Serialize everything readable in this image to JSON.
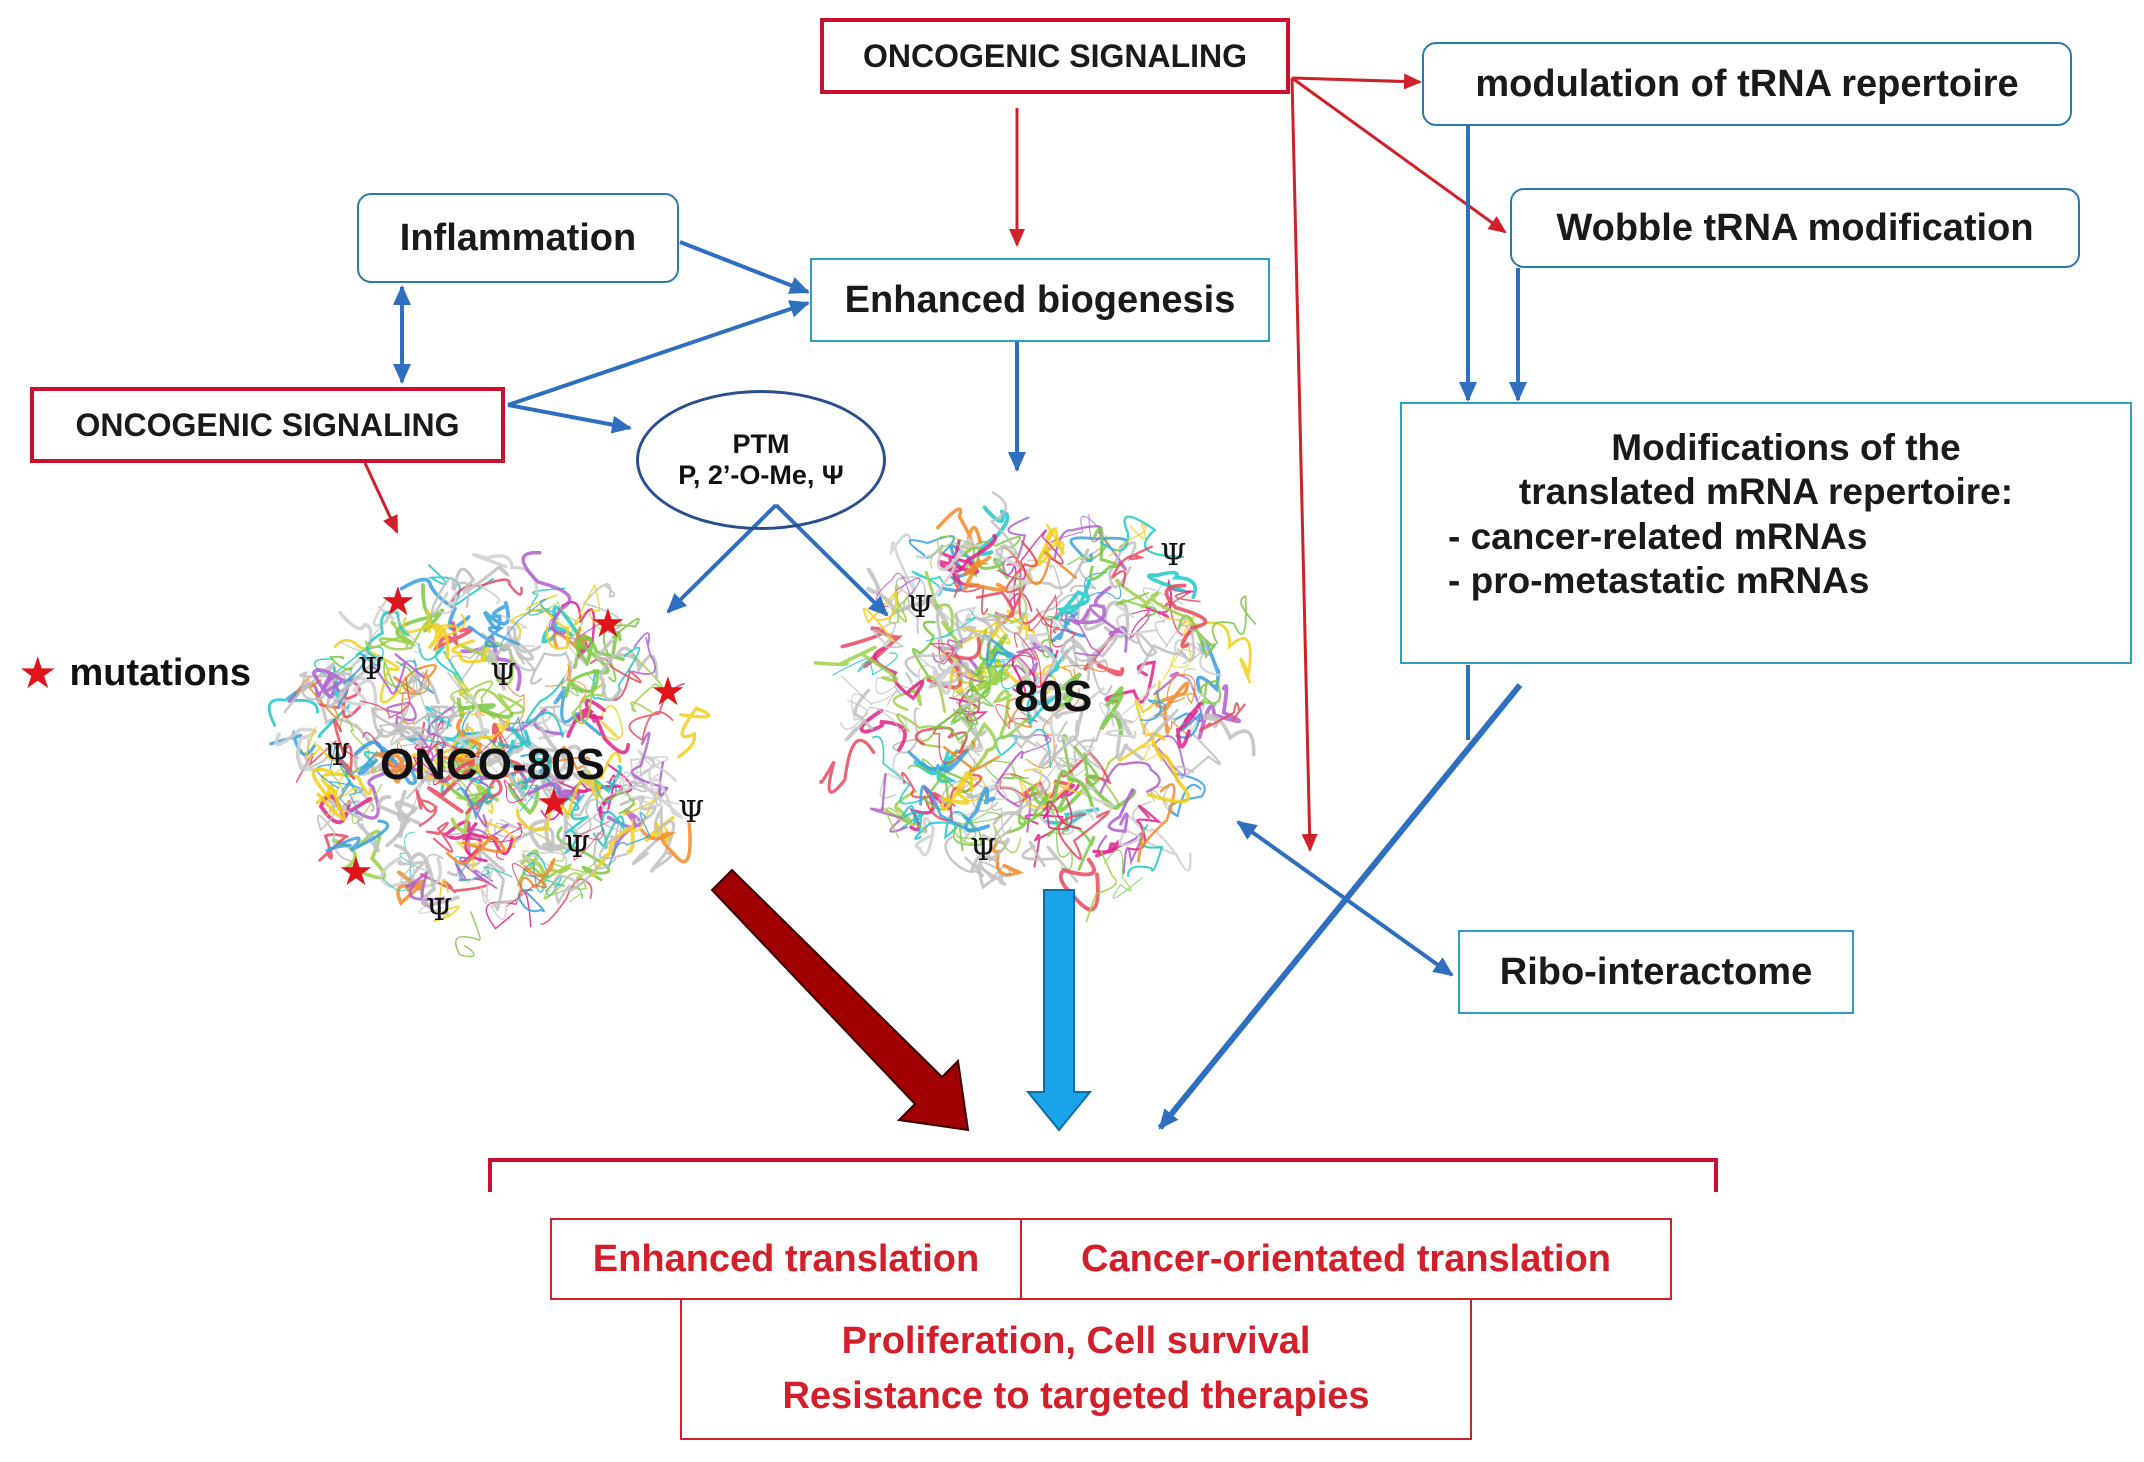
{
  "nodes": {
    "oncogenic_top": "ONCOGENIC SIGNALING",
    "oncogenic_left": "ONCOGENIC SIGNALING",
    "inflammation": "Inflammation",
    "enhanced_biogenesis": "Enhanced biogenesis",
    "trna_repertoire": "modulation of tRNA repertoire",
    "wobble": "Wobble tRNA modification",
    "ptm_title": "PTM",
    "ptm_detail": "P, 2’-O-Me, Ψ",
    "mod_title_1": "Modifications of the",
    "mod_title_2": "translated mRNA repertoire:",
    "mod_item_1": "- cancer-related mRNAs",
    "mod_item_2": "- pro-metastatic mRNAs",
    "ribo_interactome": "Ribo-interactome",
    "enhanced_translation": "Enhanced translation",
    "cancer_translation": "Cancer-orientated translation",
    "outcome_1": "Proliferation, Cell survival",
    "outcome_2": "Resistance to targeted therapies"
  },
  "ribosomes": {
    "onco_label": "ONCO-80S",
    "normal_label": "80S"
  },
  "legend": {
    "mutations": "mutations"
  },
  "symbols": {
    "psi": "Ψ",
    "star": "★"
  },
  "colors": {
    "red": "#c8102e",
    "blue_arrow": "#2f6fbf",
    "light_blue_arrow": "#1aa3e8",
    "dark_red_arrow": "#a00000",
    "result_red": "#d31f2a"
  }
}
